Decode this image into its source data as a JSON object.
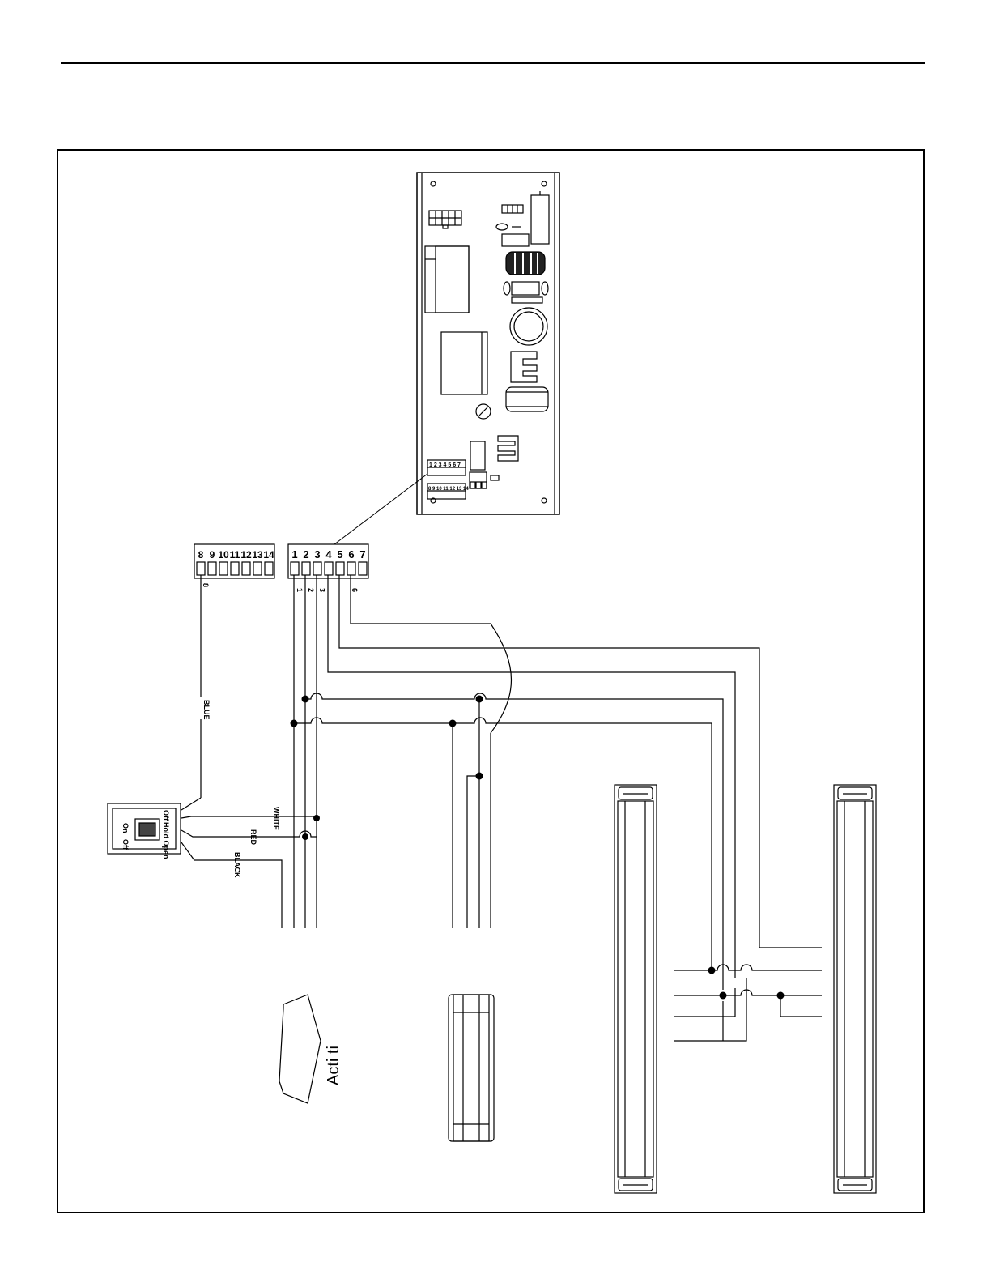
{
  "left_terminal": {
    "labels": [
      "8",
      "9",
      "10",
      "11",
      "12",
      "13",
      "14"
    ]
  },
  "right_terminal": {
    "labels": [
      "1",
      "2",
      "3",
      "4",
      "5",
      "6",
      "7"
    ]
  },
  "board": {
    "terminal_a": "1 2 3 4 5 6 7",
    "terminal_b": "8 9 10 11 12 13 14"
  },
  "wire_numbers": {
    "w8": "8",
    "w1": "1",
    "w2": "2",
    "w3": "3",
    "w6": "6"
  },
  "wire_labels": {
    "blue": "BLUE",
    "white": "WHITE",
    "red": "RED",
    "black": "BLACK"
  },
  "switch": {
    "on": "On",
    "off_left": "Off",
    "off_right": "Off",
    "hold_open": "Hold Open"
  },
  "activator": {
    "label": "Acti ti"
  }
}
